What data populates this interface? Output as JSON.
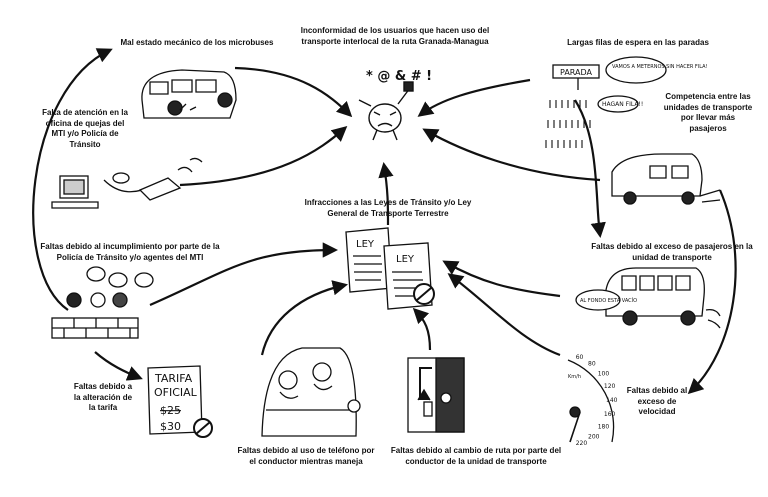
{
  "center_top": {
    "text": "Inconformidad de los usuarios que hacen uso del transporte interlocal de la ruta Granada-Managua",
    "exclaim": "* @ & # !"
  },
  "center_mid": {
    "text": "Infracciones a las Leyes de Tránsito y/o Ley General de Transporte Terrestre",
    "doc1": "LEY",
    "doc2": "LEY"
  },
  "causes": {
    "mechanical": "Mal estado mecánico de los microbuses",
    "attention": "Falta de atención en la oficina de quejas del MTI y/o Policía de Tránsito",
    "queues": "Largas filas de espera en las paradas",
    "competition": "Competencia entre las unidades de transporte por llevar más pasajeros",
    "police": "Faltas debido al incumplimiento por parte de la Policía de Tránsito y/o agentes del MTI",
    "overload": "Faltas debido al exceso de pasajeros en la unidad de transporte",
    "tariff": "Faltas debido a la alteración de la tarifa",
    "phone": "Faltas debido al uso de teléfono por el conductor mientras maneja",
    "route": "Faltas debido al cambio de ruta por parte del conductor de la unidad de transporte",
    "speed": "Faltas debido al exceso de velocidad"
  },
  "illustrations": {
    "parada_sign": "PARADA",
    "bubble_queue_1": "VAMOS A METERNOS SIN HACER FILA!",
    "bubble_queue_2": "HAGAN FILA!!",
    "bubble_bus": "AL FONDO ESTÁ VACÍO",
    "tarifa_title_1": "TARIFA",
    "tarifa_title_2": "OFICIAL",
    "tarifa_old": "$25",
    "tarifa_new": "$30",
    "speed_ticks": [
      "60",
      "80",
      "100",
      "120",
      "140",
      "160",
      "180",
      "200",
      "220"
    ],
    "speed_unit": "Km/h"
  }
}
